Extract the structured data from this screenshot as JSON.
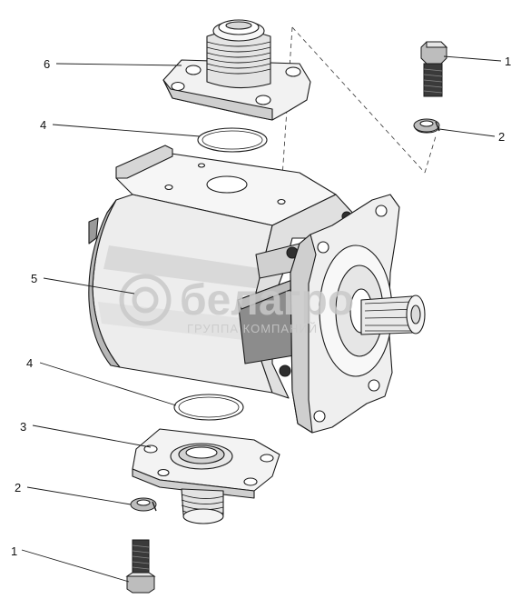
{
  "corner_code": "",
  "watermark": {
    "brand": "белагро",
    "tagline": "ГРУППА КОМПАНИЙ"
  },
  "callouts": {
    "c1_top": "1",
    "c2_top": "2",
    "c6": "6",
    "c4_top": "4",
    "c5": "5",
    "c4_bottom": "4",
    "c3": "3",
    "c2_bottom": "2",
    "c1_bottom": "1"
  },
  "colors": {
    "line": "#1a1a1a",
    "shade": "#d8d8d8",
    "dark": "#8c8c8c",
    "watermark": "#c9c9c9"
  }
}
